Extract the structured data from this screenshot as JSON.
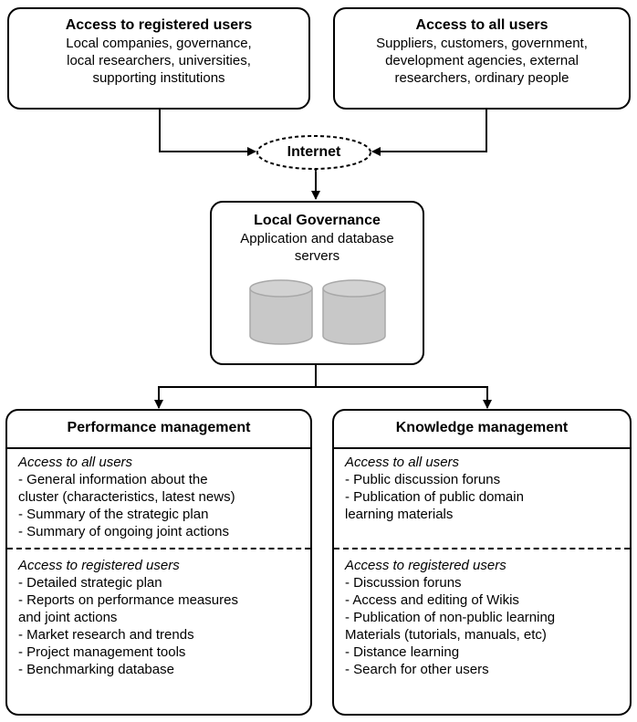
{
  "registered_users_box": {
    "title": "Access to registered users",
    "lines": [
      "Local companies, governance,",
      "local researchers, universities,",
      "supporting institutions"
    ]
  },
  "all_users_box": {
    "title": "Access to all users",
    "lines": [
      "Suppliers, customers, government,",
      "development agencies, external",
      "researchers, ordinary people"
    ]
  },
  "internet_label": "Internet",
  "server_box": {
    "title": "Local Governance",
    "lines": [
      "Application and database",
      "servers"
    ]
  },
  "performance_box": {
    "title": "Performance management",
    "public_heading": "Access to all users",
    "public_lines": [
      "- General information about the",
      "cluster (characteristics, latest news)",
      "- Summary of the strategic plan",
      "- Summary of ongoing joint actions"
    ],
    "registered_heading": "Access to registered users",
    "registered_lines": [
      "- Detailed strategic plan",
      "- Reports on performance measures",
      "and joint actions",
      "- Market research and trends",
      "- Project management tools",
      "- Benchmarking database"
    ]
  },
  "knowledge_box": {
    "title": "Knowledge management",
    "public_heading": "Access to all users",
    "public_lines": [
      "- Public discussion foruns",
      "- Publication of public domain",
      "learning materials"
    ],
    "registered_heading": "Access to registered users",
    "registered_lines": [
      "- Discussion foruns",
      "- Access and editing of Wikis",
      "- Publication of non-public learning",
      "Materials (tutorials, manuals, etc)",
      "- Distance learning",
      "- Search for other users"
    ]
  },
  "colors": {
    "cylinder_fill": "#c8c8c8",
    "cylinder_stroke": "#a8a8a8",
    "line": "#000000"
  }
}
